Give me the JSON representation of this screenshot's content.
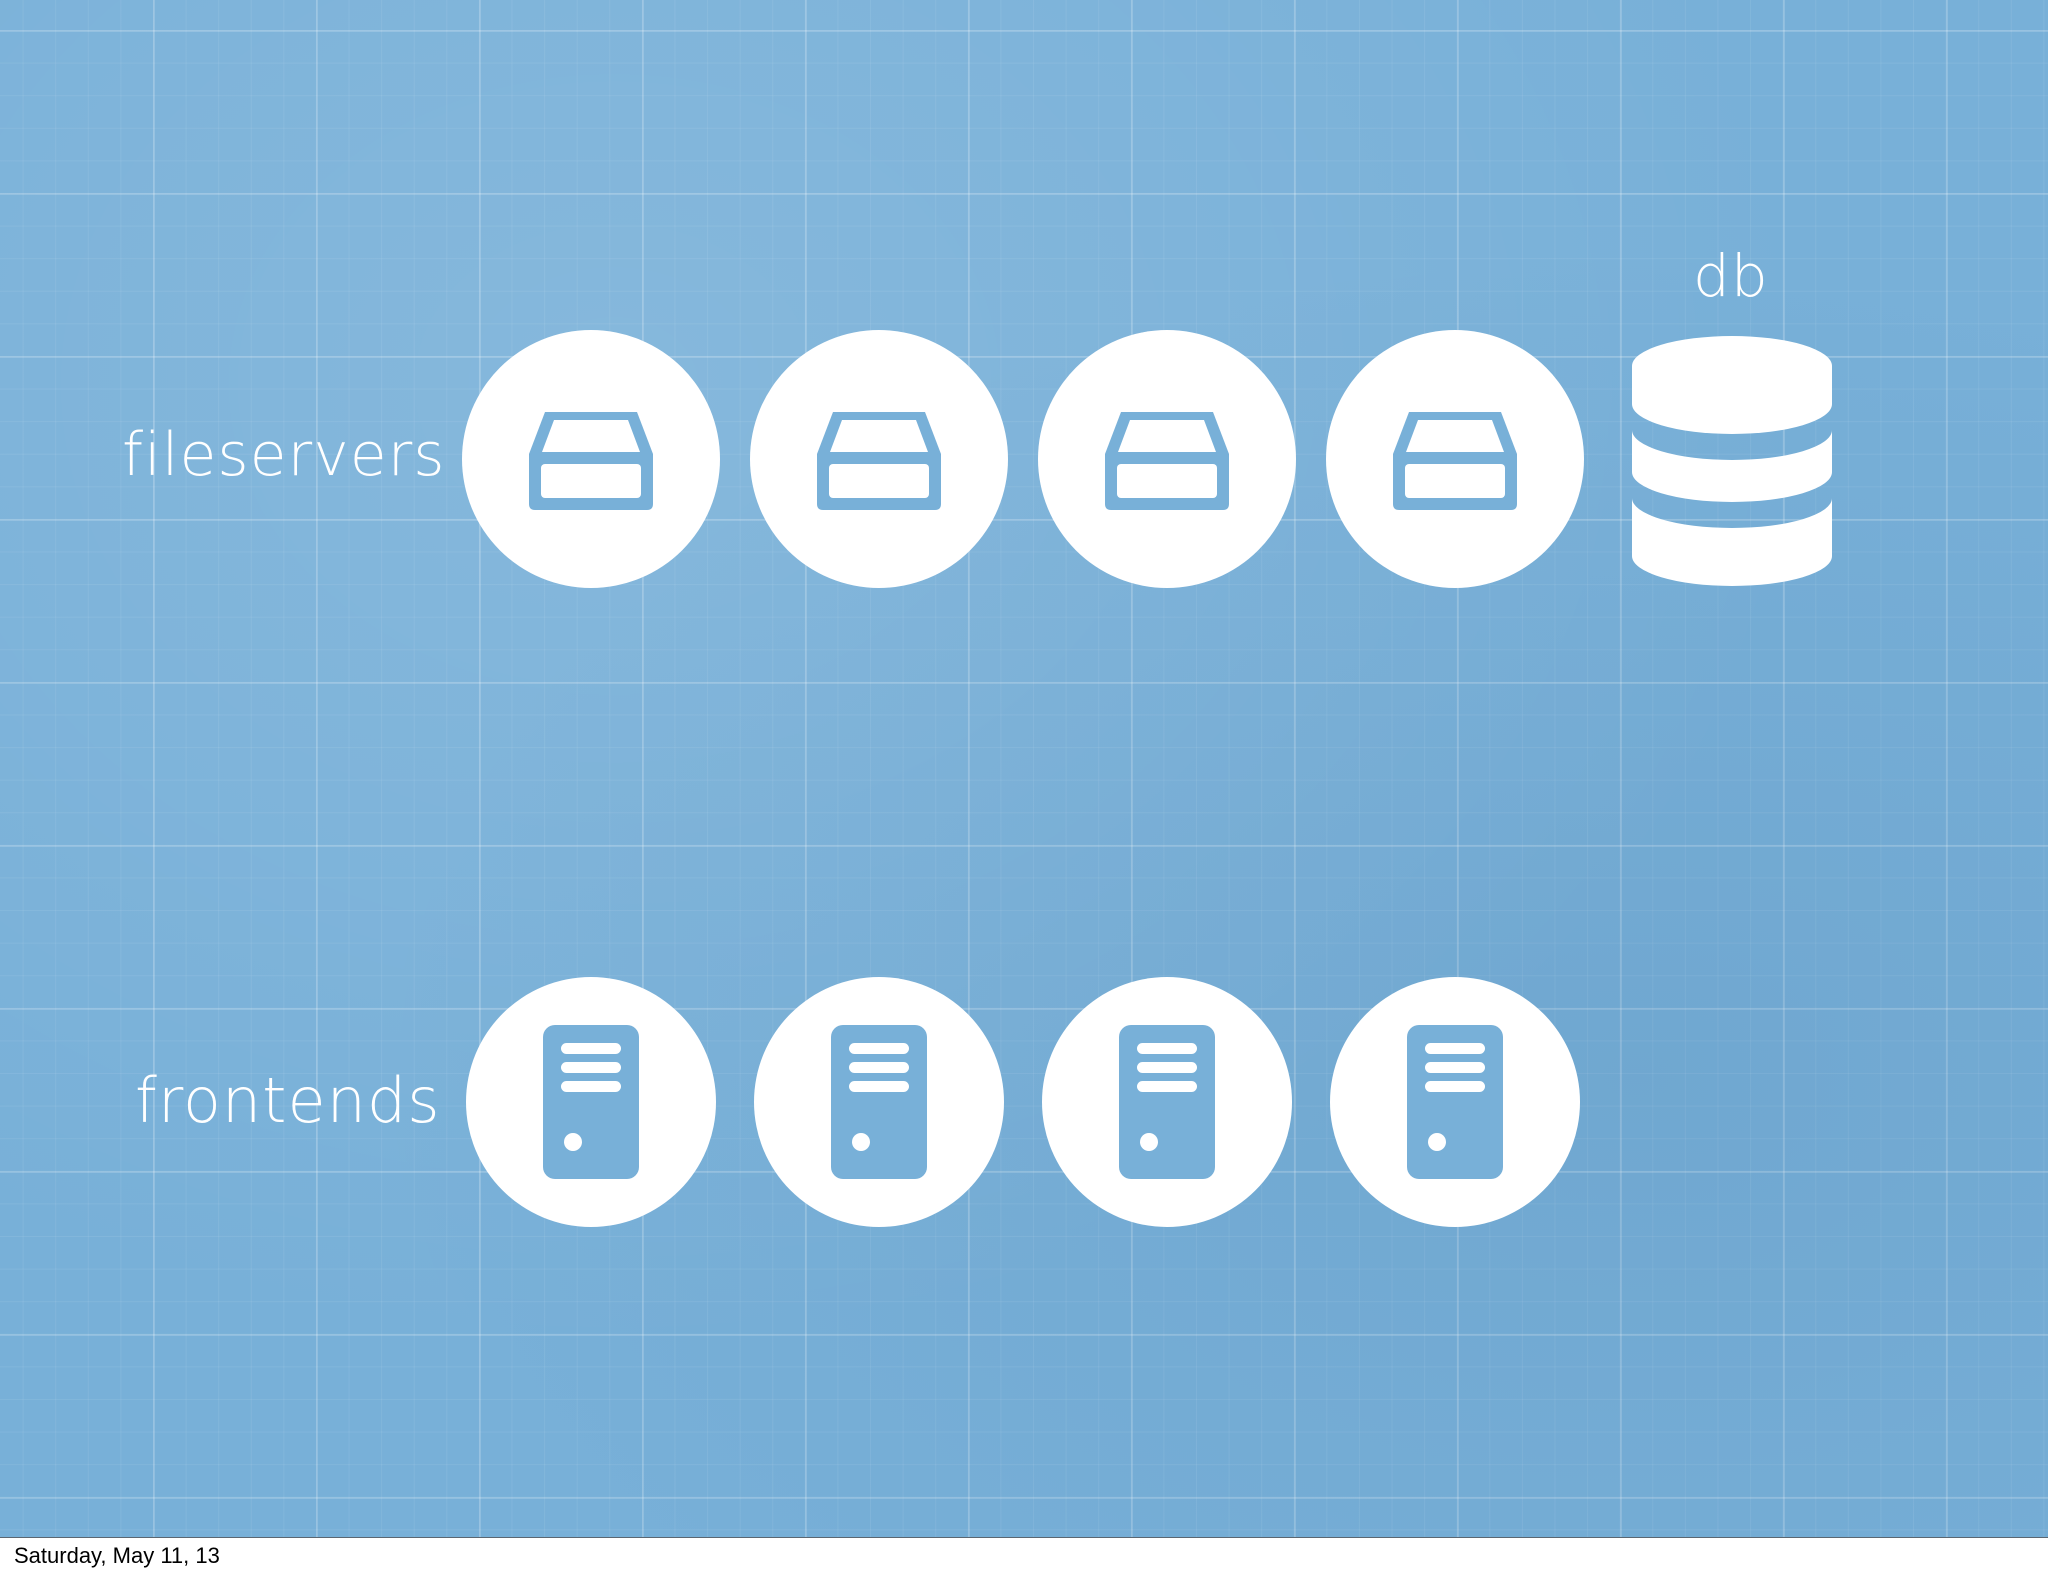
{
  "slide": {
    "background_color": "#78b0d8",
    "icon_color": "#ffffff",
    "labels": {
      "fileservers": "fileservers",
      "frontends": "frontends",
      "db": "db"
    },
    "fileserver_icons": [
      "hard-drive-icon",
      "hard-drive-icon",
      "hard-drive-icon",
      "hard-drive-icon"
    ],
    "frontend_icons": [
      "server-tower-icon",
      "server-tower-icon",
      "server-tower-icon",
      "server-tower-icon"
    ],
    "db_icon": "database-icon"
  },
  "footer": {
    "date": "Saturday, May 11, 13"
  }
}
